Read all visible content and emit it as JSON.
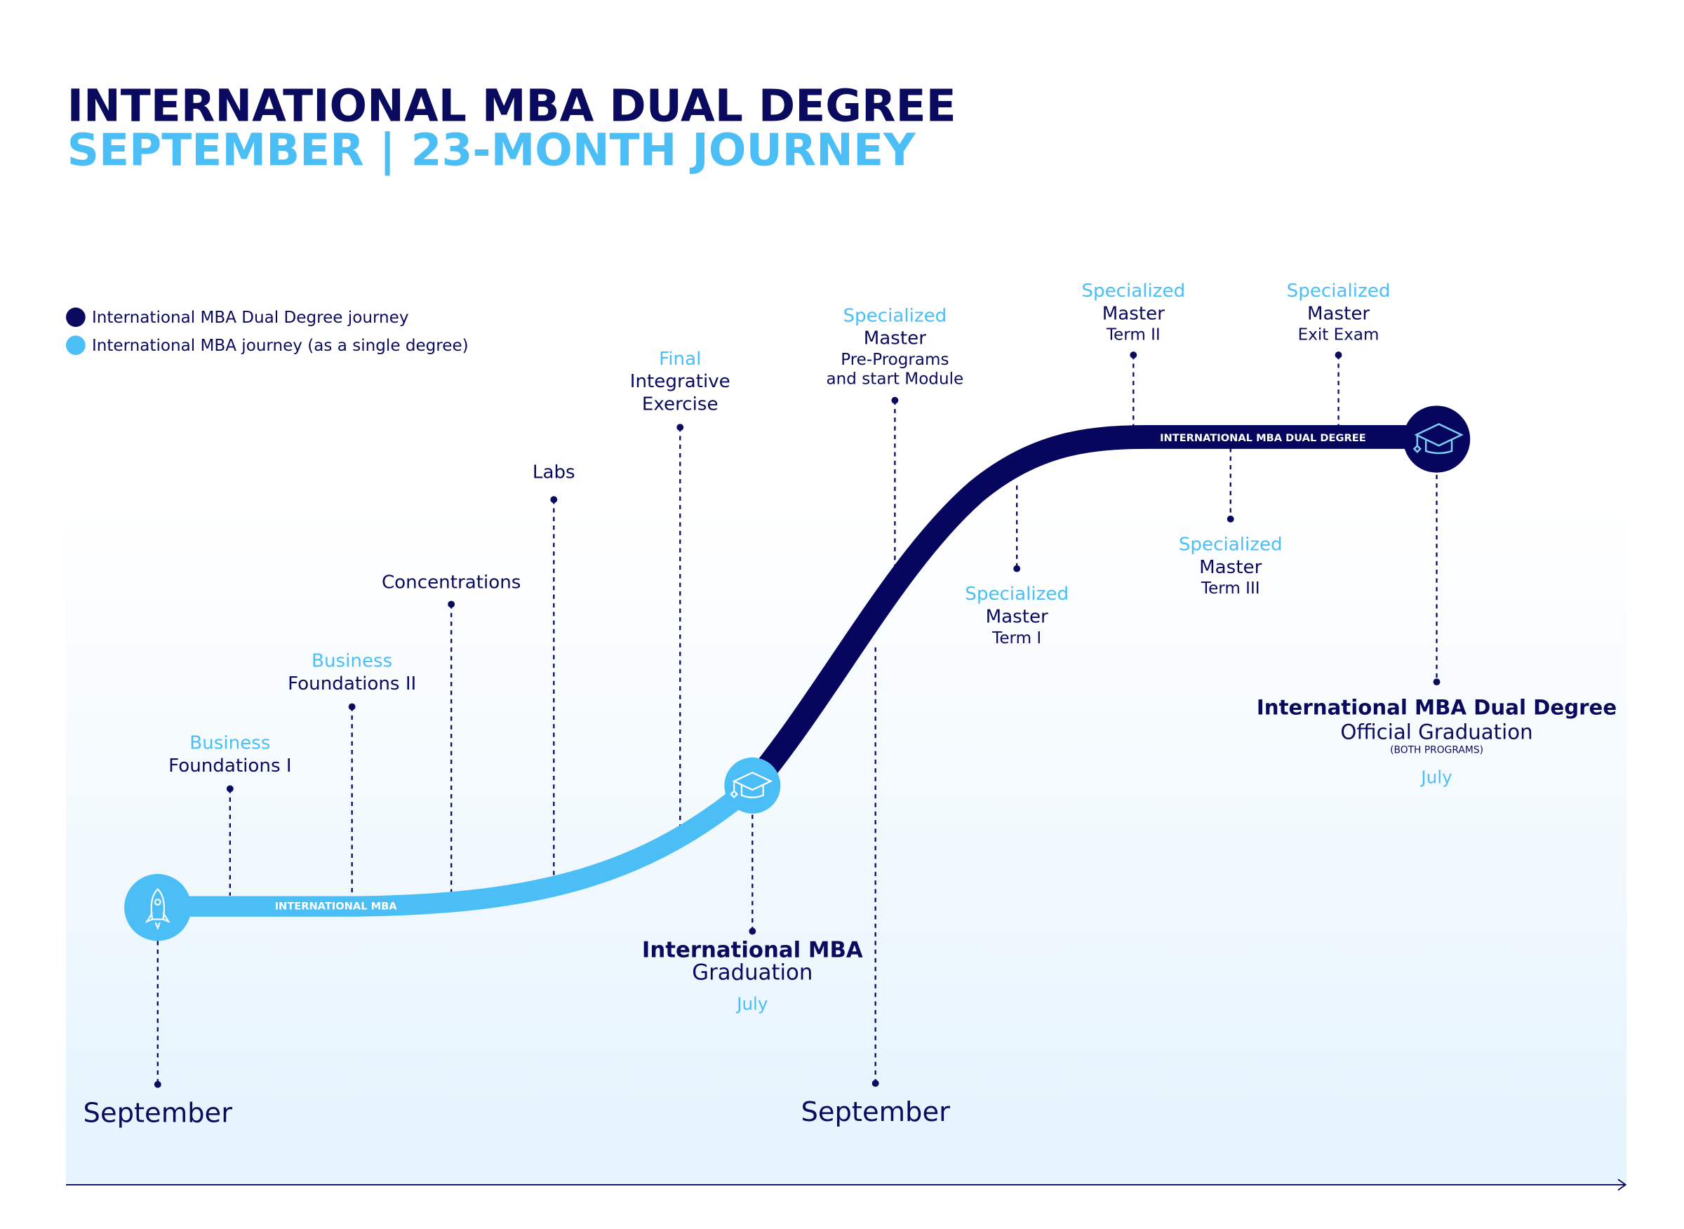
{
  "title": {
    "line1": "INTERNATIONAL MBA DUAL DEGREE",
    "line2": "SEPTEMBER | 23-MONTH JOURNEY"
  },
  "colors": {
    "navy": "#0a0a5e",
    "light": "#4bbff5"
  },
  "legend": [
    {
      "label": "International MBA Dual Degree journey",
      "color": "#0a0a5e"
    },
    {
      "label": "International MBA journey (as a single degree)",
      "color": "#4bbff5"
    }
  ],
  "tracks": {
    "imba": "INTERNATIONAL MBA",
    "dual": "INTERNATIONAL MBA DUAL DEGREE"
  },
  "milestones": {
    "bf1": {
      "a": "Business",
      "b": "Foundations I"
    },
    "bf2": {
      "a": "Business",
      "b": "Foundations II"
    },
    "conc": {
      "a": "Concentrations"
    },
    "labs": {
      "a": "Labs"
    },
    "fie": {
      "a": "Final",
      "b": "Integrative",
      "c": "Exercise"
    },
    "pre": {
      "a": "Specialized",
      "b": "Master",
      "c": "Pre-Programs",
      "d": "and start Module"
    },
    "t1": {
      "a": "Specialized",
      "b": "Master",
      "c": "Term I"
    },
    "t2": {
      "a": "Specialized",
      "b": "Master",
      "c": "Term II"
    },
    "t3": {
      "a": "Specialized",
      "b": "Master",
      "c": "Term III"
    },
    "exit": {
      "a": "Specialized",
      "b": "Master",
      "c": "Exit Exam"
    }
  },
  "graduations": {
    "imba": {
      "title": "International MBA",
      "sub": "Graduation",
      "month": "July"
    },
    "dual": {
      "title": "International MBA Dual Degree",
      "sub": "Official Graduation",
      "note": "(BOTH PROGRAMS)",
      "month": "July"
    }
  },
  "starts": {
    "first": "September",
    "second": "September"
  },
  "icons": {
    "start": "rocket-icon",
    "imba_grad": "graduation-cap-icon",
    "dual_grad": "graduation-cap-icon"
  }
}
